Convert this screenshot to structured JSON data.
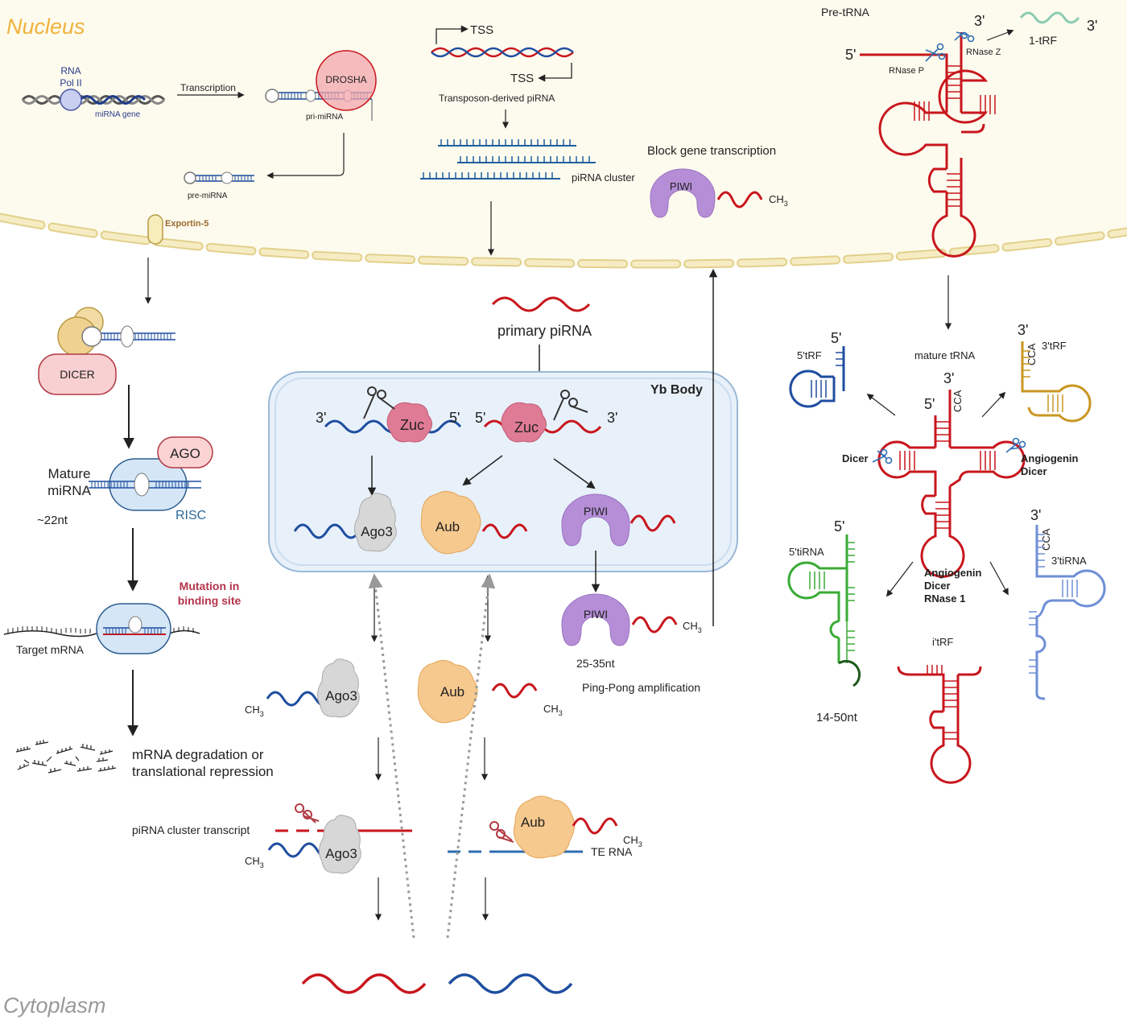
{
  "regions": {
    "nucleus": "Nucleus",
    "cytoplasm": "Cytoplasm"
  },
  "colors": {
    "nucleus_fill": "#fdfbee",
    "membrane": "#efe3ad",
    "membrane_stroke": "#e2d08b",
    "red_strand": "#c8161d",
    "blue_strand": "#1f4ea0",
    "dicer": "#f8d0d1",
    "ago": "#fbd3d3",
    "risc": "#d5e6f7",
    "piwi": "#b58ed7",
    "aub": "#f6c98f",
    "ago3": "#d7d7d7",
    "zuc": "#e07b95",
    "ybbody": "#e8f1fa",
    "green": "#3aab35",
    "gold": "#c99722",
    "lightblue": "#6f8fd6",
    "teal": "#8ccbb2",
    "nucleus_text": "#f0b23c",
    "mutation_text": "#b4334a"
  },
  "mirna": {
    "rna_pol": "RNA\nPol II",
    "mirna_gene": "miRNA gene",
    "transcription": "Transcription",
    "drosha": "DROSHA",
    "pri_mirna": "pri-miRNA",
    "pre_mirna": "pre-miRNA",
    "exportin": "Exportin-5",
    "dicer": "DICER",
    "ago": "AGO",
    "mature_mirna": "Mature\nmiRNA",
    "risc": "RISC",
    "size": "~22nt",
    "mutation": "Mutation in\nbinding site",
    "target_mrna": "Target mRNA",
    "outcome": "mRNA degradation or\ntranslational repression"
  },
  "pirna": {
    "tss": "TSS",
    "transposon": "Transposon-derived piRNA",
    "cluster": "piRNA cluster",
    "block": "Block gene transcription",
    "piwi": "PIWI",
    "ch3": "CH",
    "ch3_sub": "3",
    "primary": "primary piRNA",
    "yb_body": "Yb Body",
    "zuc": "Zuc",
    "ago3": "Ago3",
    "aub": "Aub",
    "prime3": "3'",
    "prime5": "5'",
    "size": "25-35nt",
    "pingpong": "Ping-Pong amplification",
    "cluster_transcript": "piRNA cluster transcript",
    "te_rna": "TE RNA"
  },
  "trna": {
    "pre_trna": "Pre-tRNA",
    "rnase_p": "RNase P",
    "rnase_z": "RNase Z",
    "one_trf": "1-tRF",
    "mature": "mature tRNA",
    "cca": "CCA",
    "five_trf": "5'tRF",
    "three_trf": "3'tRF",
    "dicer": "Dicer",
    "angiogenin_dicer": "Angiogenin\nDicer",
    "angiogenin_dicer_rnase": "Angiogenin\nDicer\nRNase 1",
    "five_tirna": "5'tiRNA",
    "three_tirna": "3'tiRNA",
    "itrf": "i'tRF",
    "size": "14-50nt",
    "prime3": "3'",
    "prime5": "5'"
  }
}
